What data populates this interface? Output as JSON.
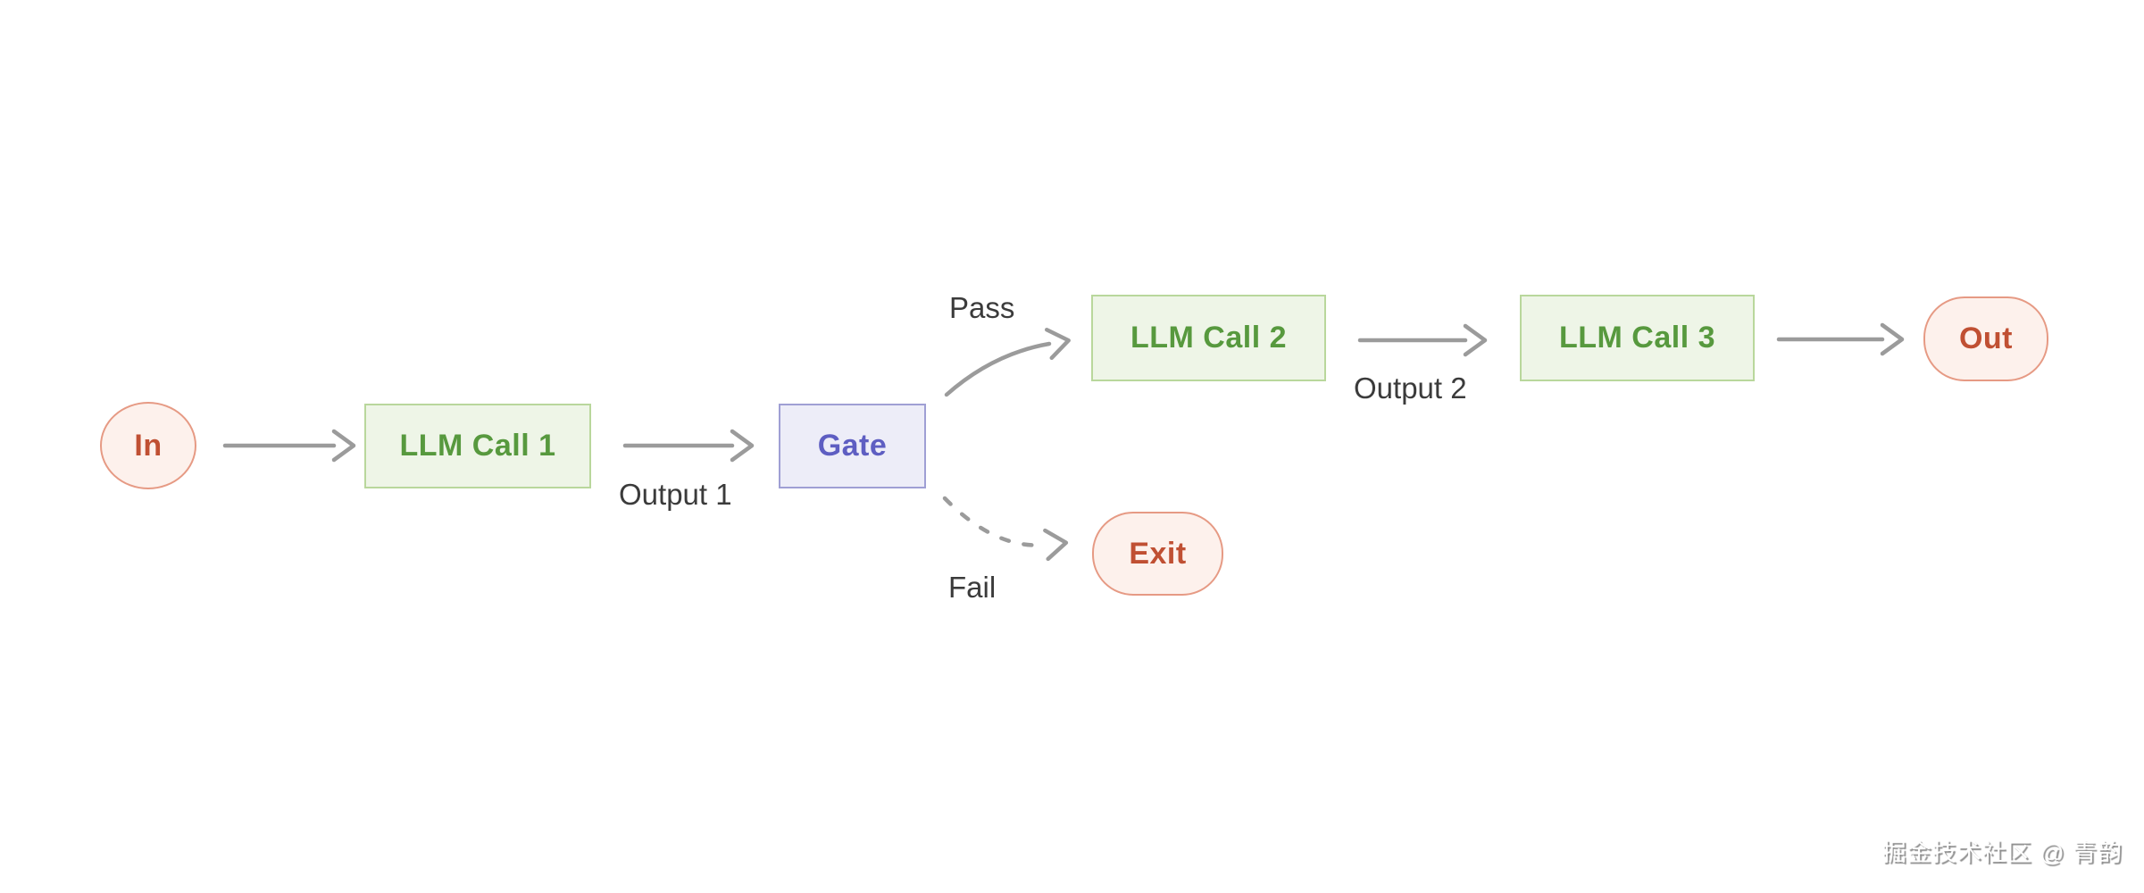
{
  "nodes": {
    "in": {
      "label": "In"
    },
    "llm1": {
      "label": "LLM Call 1"
    },
    "gate": {
      "label": "Gate"
    },
    "llm2": {
      "label": "LLM Call 2"
    },
    "llm3": {
      "label": "LLM Call 3"
    },
    "out": {
      "label": "Out"
    },
    "exit": {
      "label": "Exit"
    }
  },
  "edge_labels": {
    "output1": "Output 1",
    "output2": "Output 2",
    "pass": "Pass",
    "fail": "Fail"
  },
  "watermark": "掘金技术社区 @ 青韵",
  "colors": {
    "green_text": "#57993e",
    "green_fill": "#eef5e7",
    "green_border": "#b9d79c",
    "purple_text": "#5e5ec2",
    "purple_fill": "#ededf8",
    "purple_border": "#9f9fd4",
    "red_text": "#c05033",
    "red_fill": "#fdf1ec",
    "red_border": "#e69a84",
    "arrow_gray": "#9b9b9b",
    "label_text": "#3b3b3b",
    "watermark_shadow": "#8d8d8d"
  }
}
